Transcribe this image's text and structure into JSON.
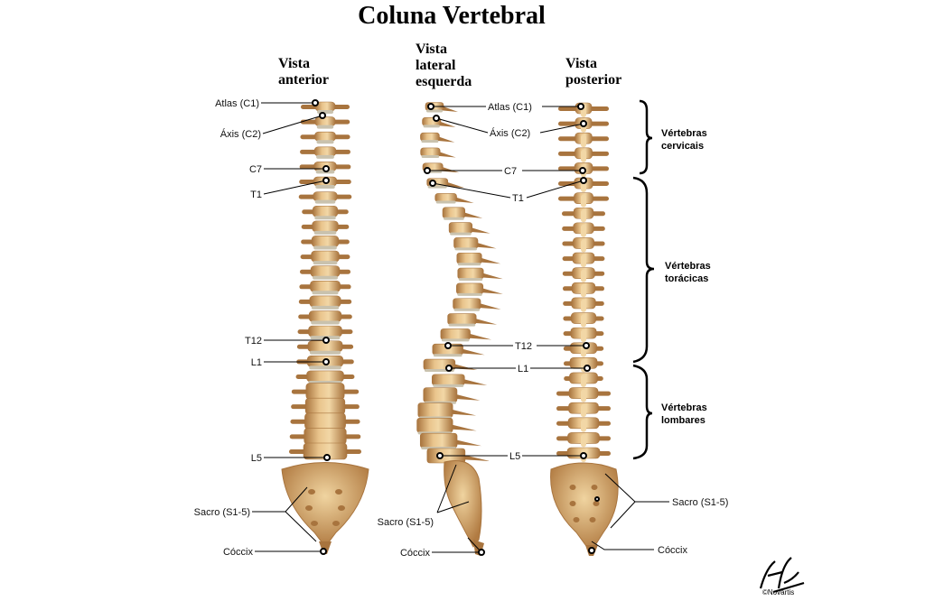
{
  "title": "Coluna Vertebral",
  "views": [
    {
      "id": "anterior",
      "lines": [
        "Vista",
        "anterior"
      ]
    },
    {
      "id": "lateral",
      "lines": [
        "Vista",
        "lateral",
        "esquerda"
      ]
    },
    {
      "id": "posterior",
      "lines": [
        "Vista",
        "posterior"
      ]
    }
  ],
  "labels": {
    "anterior": [
      "Atlas (C1)",
      "Áxis (C2)",
      "C7",
      "T1",
      "T12",
      "L1",
      "L5",
      "Sacro (S1-5)",
      "Cóccix"
    ],
    "lateral": [
      "Atlas (C1)",
      "Áxis (C2)",
      "C7",
      "T1",
      "T12",
      "L1",
      "L5",
      "Sacro (S1-5)",
      "Cóccix"
    ],
    "posterior": [
      "Sacro (S1-5)",
      "Cóccix"
    ]
  },
  "regions": [
    {
      "id": "cervical",
      "lines": [
        "Vértebras",
        "cervicais"
      ]
    },
    {
      "id": "thoracic",
      "lines": [
        "Vértebras",
        "torácicas"
      ]
    },
    {
      "id": "lumbar",
      "lines": [
        "Vértebras",
        "lombares"
      ]
    }
  ],
  "colors": {
    "bone": "#dcb27a",
    "bone_dark": "#a8743e",
    "bone_light": "#f2d7a6",
    "disc": "#c9c2ae"
  },
  "copyright": "©Novartis"
}
